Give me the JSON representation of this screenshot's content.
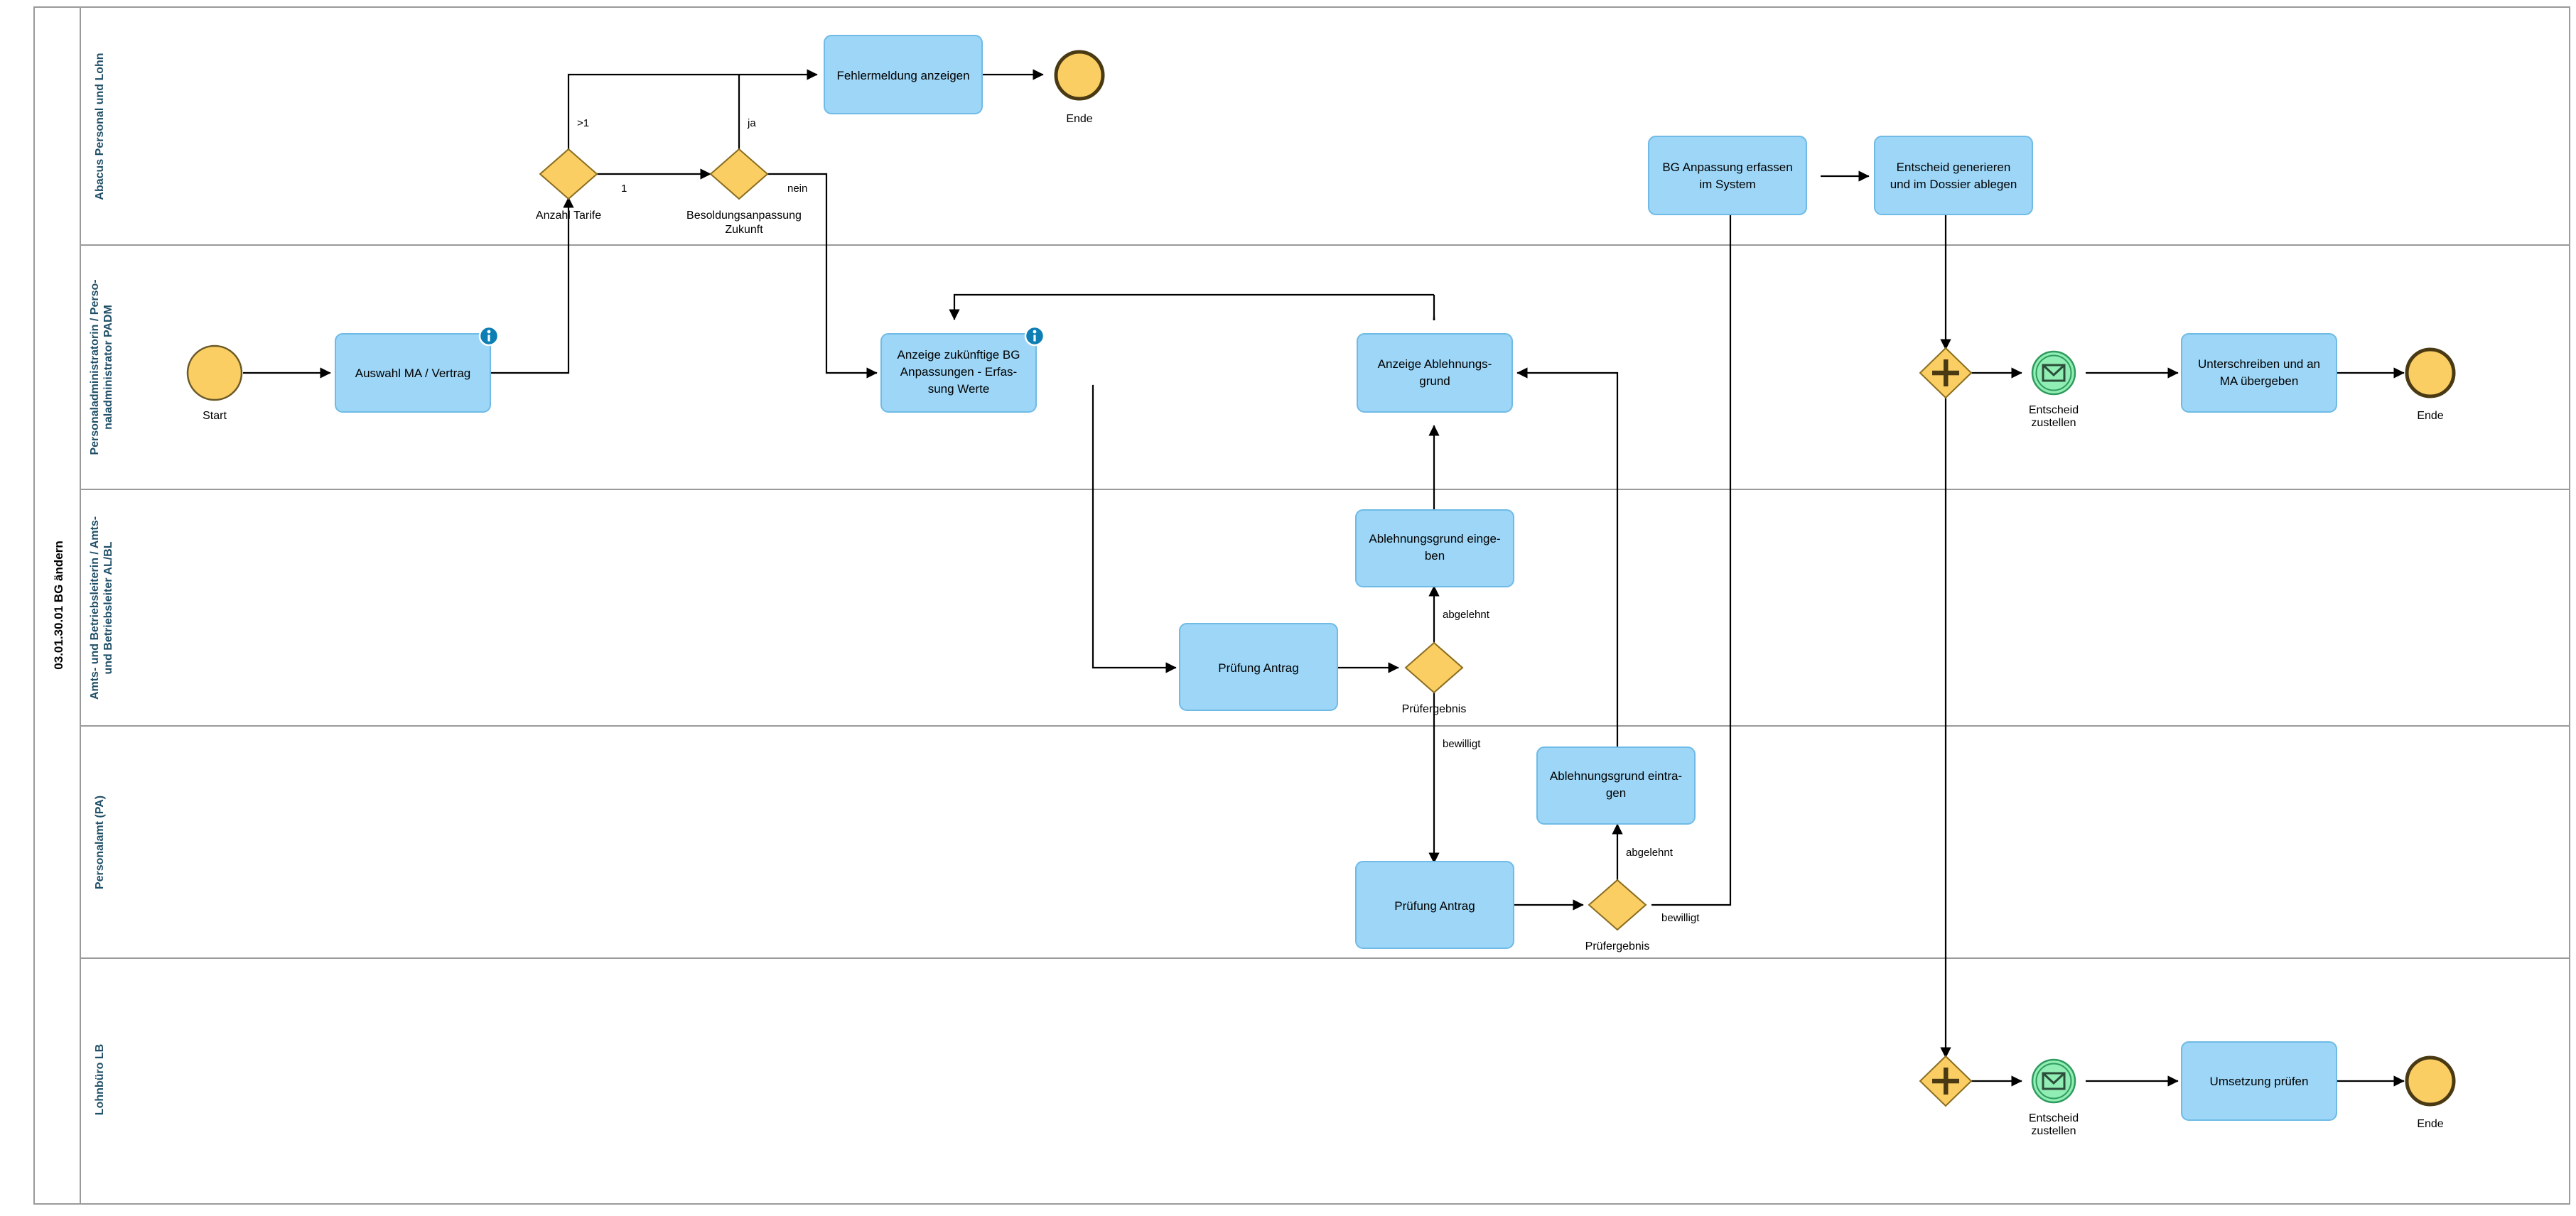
{
  "diagram": {
    "title": "03.01.30.01 BG ändern",
    "type": "bpmn-swimlane",
    "colors": {
      "task_fill": "#9DD6F7",
      "task_stroke": "#6FBBE6",
      "gateway_fill": "#FBCE63",
      "gateway_stroke": "#8A6D1F",
      "event_fill": "#FBCE63",
      "event_stroke": "#8A6D1F",
      "message_fill": "#90EDB3",
      "message_stroke": "#2F6B44",
      "lane_label": "#1F4E66",
      "info_badge": "#0E7FB5",
      "flow": "#000000"
    },
    "lanes": [
      {
        "id": "abacus",
        "label": "Abacus Personal und Lohn"
      },
      {
        "id": "padm",
        "label": "Personaladministratorin / Perso-\nnaladministrator PADM"
      },
      {
        "id": "albl",
        "label": "Amts- und Betriebsleiterin / Amts-\nund Betriebsleiter AL/BL"
      },
      {
        "id": "pa",
        "label": "Personalamt (PA)"
      },
      {
        "id": "lb",
        "label": "Lohnbüro LB"
      }
    ],
    "nodes": {
      "fehlermeldung_anzeigen": {
        "label": "Fehlermeldung anzeigen",
        "kind": "task",
        "lane": "abacus"
      },
      "ende_abacus": {
        "label": "Ende",
        "kind": "end-event",
        "lane": "abacus"
      },
      "anzahl_tarife": {
        "label": "Anzahl Tarife",
        "kind": "gateway-xor",
        "lane": "abacus"
      },
      "besoldungsanpassung_zukunft": {
        "label": "Besoldungsanpassung\nZukunft",
        "kind": "gateway-xor",
        "lane": "abacus"
      },
      "bg_anpassung_erfassen": {
        "label": "BG Anpassung erfassen\nim System",
        "kind": "task",
        "lane": "abacus"
      },
      "entscheid_generieren": {
        "label": "Entscheid generieren\nund im Dossier ablegen",
        "kind": "task",
        "lane": "abacus"
      },
      "start": {
        "label": "Start",
        "kind": "start-event",
        "lane": "padm"
      },
      "auswahl_ma_vertrag": {
        "label": "Auswahl MA / Vertrag",
        "kind": "task",
        "lane": "padm",
        "badge": "info-icon"
      },
      "anzeige_zukuenftige_bg": {
        "label": "Anzeige zukünftige BG\nAnpassungen - Erfas-\nsung Werte",
        "kind": "task",
        "lane": "padm",
        "badge": "info-icon"
      },
      "anzeige_ablehnungsgrund": {
        "label": "Anzeige Ablehnungs-\ngrund",
        "kind": "task",
        "lane": "padm"
      },
      "parallel_padm": {
        "label": "",
        "kind": "gateway-parallel",
        "lane": "padm"
      },
      "entscheid_zustellen_padm": {
        "label": "Entscheid\nzustellen",
        "kind": "message-event",
        "lane": "padm"
      },
      "unterschreiben_uebergeben": {
        "label": "Unterschreiben und an\nMA übergeben",
        "kind": "task",
        "lane": "padm"
      },
      "ende_padm": {
        "label": "Ende",
        "kind": "end-event",
        "lane": "padm"
      },
      "ablehnungsgrund_eingeben": {
        "label": "Ablehnungsgrund einge-\nben",
        "kind": "task",
        "lane": "albl"
      },
      "pruefung_antrag_albl": {
        "label": "Prüfung Antrag",
        "kind": "task",
        "lane": "albl"
      },
      "pruefergebnis_albl": {
        "label": "Prüfergebnis",
        "kind": "gateway-xor",
        "lane": "albl"
      },
      "ablehnungsgrund_eintragen": {
        "label": "Ablehnungsgrund eintra-\ngen",
        "kind": "task",
        "lane": "pa"
      },
      "pruefung_antrag_pa": {
        "label": "Prüfung Antrag",
        "kind": "task",
        "lane": "pa"
      },
      "pruefergebnis_pa": {
        "label": "Prüfergebnis",
        "kind": "gateway-xor",
        "lane": "pa"
      },
      "parallel_lb": {
        "label": "",
        "kind": "gateway-parallel",
        "lane": "lb"
      },
      "entscheid_zustellen_lb": {
        "label": "Entscheid\nzustellen",
        "kind": "message-event",
        "lane": "lb"
      },
      "umsetzung_pruefen": {
        "label": "Umsetzung prüfen",
        "kind": "task",
        "lane": "lb"
      },
      "ende_lb": {
        "label": "Ende",
        "kind": "end-event",
        "lane": "lb"
      }
    },
    "edge_labels": {
      "tarife_mehr": ">1",
      "tarife_eins": "1",
      "zukunft_ja": "ja",
      "zukunft_nein": "nein",
      "albl_abgelehnt": "abgelehnt",
      "albl_bewilligt": "bewilligt",
      "pa_abgelehnt": "abgelehnt",
      "pa_bewilligt": "bewilligt"
    }
  }
}
